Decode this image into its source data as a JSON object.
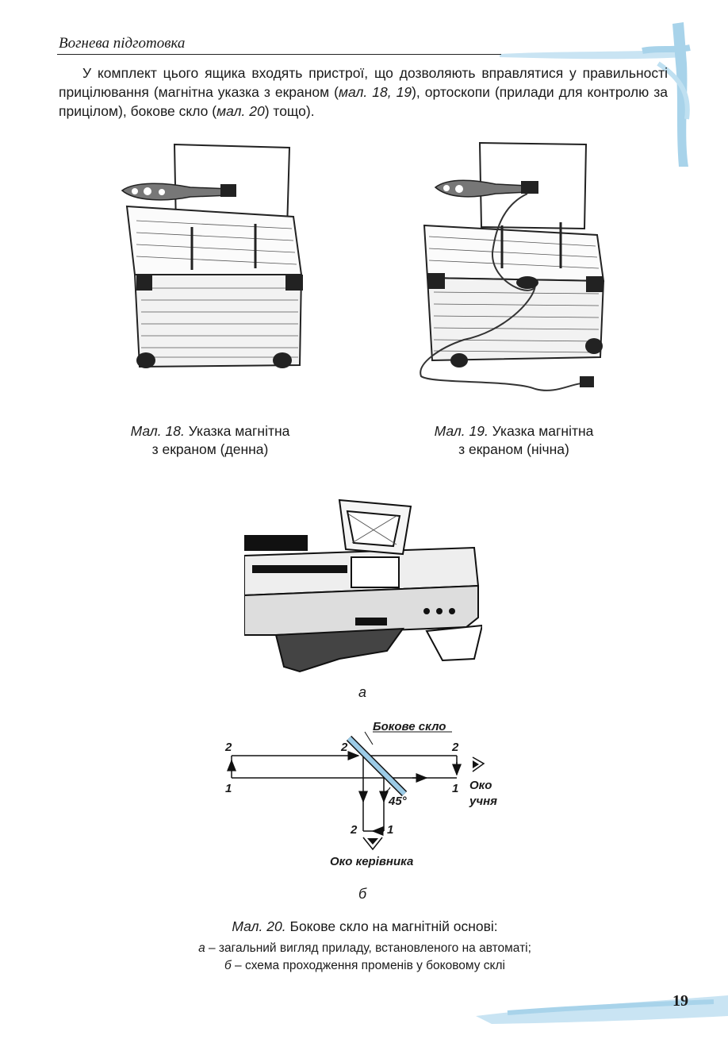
{
  "header": {
    "title": "Вогнева підготовка"
  },
  "paragraph": {
    "p1": "У комплект цього ящика входять пристрої, що дозволяють вправлятися у правильності прицілювання (магнітна указка з екраном (",
    "ref1": "мал. 18, 19",
    "p2": "), ортоскопи (прилади для контролю за прицілом), бокове скло (",
    "ref2": "мал. 20",
    "p3": ") тощо)."
  },
  "figures": {
    "fig18": {
      "num": "Мал. 18.",
      "line1": "Указка магнітна",
      "line2": "з екраном (денна)"
    },
    "fig19": {
      "num": "Мал. 19.",
      "line1": "Указка магнітна",
      "line2": "з екраном (нічна)"
    },
    "fig20": {
      "label_a": "а",
      "label_b": "б",
      "num": "Мал. 20.",
      "title": "Бокове скло на магнітній основі:",
      "legend_a_letter": "а",
      "legend_a": " – загальний вигляд приладу, встановленого на автоматі;",
      "legend_b_letter": "б",
      "legend_b": " – схема проходження променів у боковому склі"
    }
  },
  "diagram": {
    "glass_label": "Бокове скло",
    "n1": "1",
    "n2": "2",
    "angle": "45°",
    "student_eye_1": "Око",
    "student_eye_2": "учня",
    "leader_eye": "Око керівника"
  },
  "page_number": "19",
  "colors": {
    "accent": "#a8d3ea",
    "glass": "#9ccbe6"
  }
}
